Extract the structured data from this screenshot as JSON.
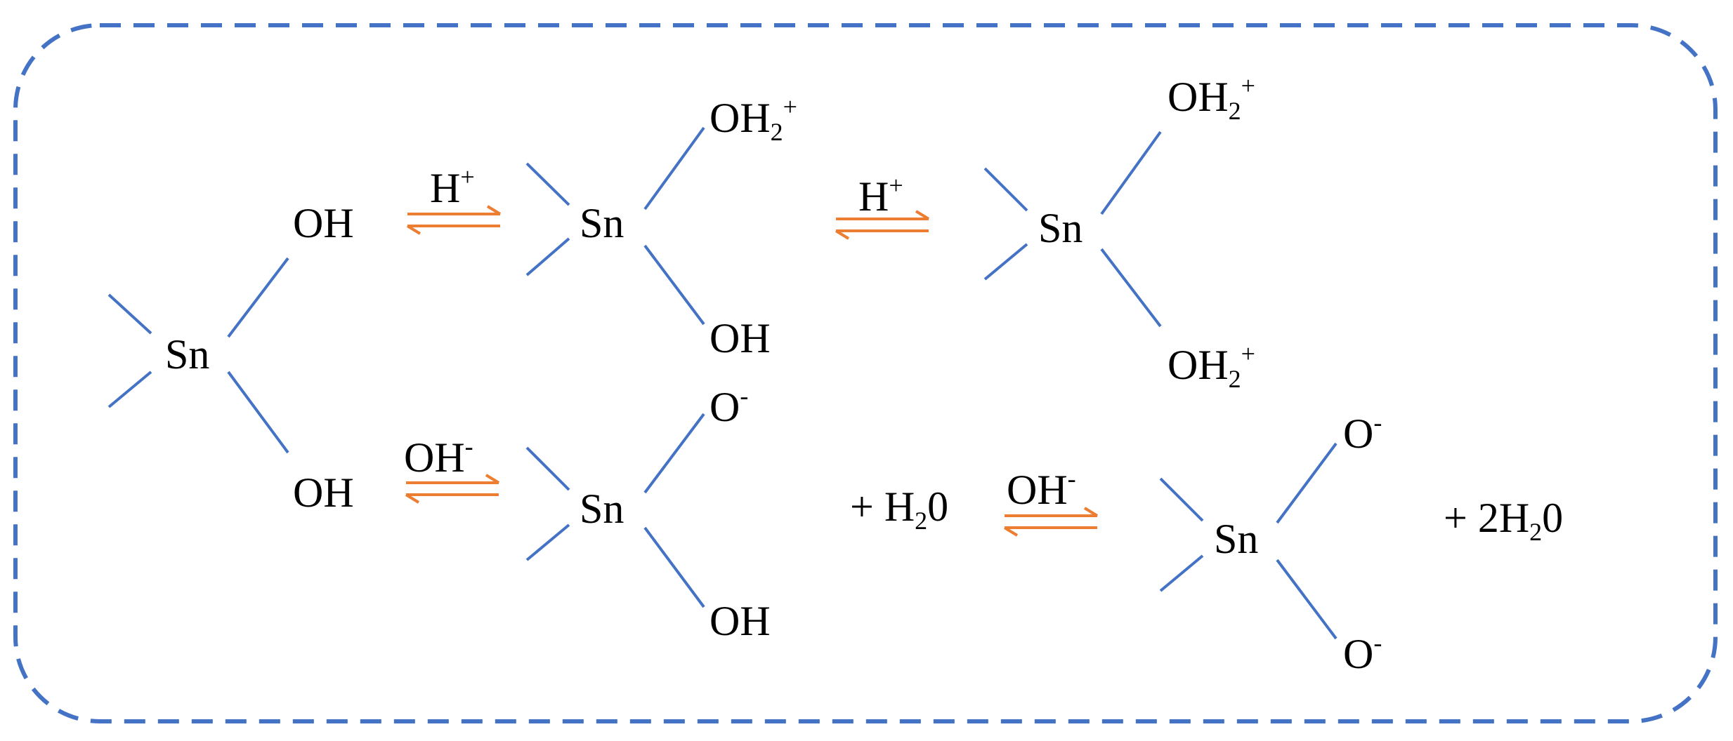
{
  "colors": {
    "border": "#4472C4",
    "bond": "#4472C4",
    "arrow": "#ED7D31",
    "text": "#000000"
  },
  "diagram": {
    "sn": "Sn",
    "oh": "OH",
    "oh2_base": "OH",
    "oh2_sub": "2",
    "oh2_sup": "+",
    "o_base": "O",
    "o_sup": "-",
    "h_plus_base": "H",
    "h_plus_sup": "+",
    "oh_minus_base": "OH",
    "oh_minus_sup": "-",
    "water_prefix": "+ H",
    "water_sub": "2",
    "water_suffix": "0",
    "water2_prefix": "+ 2H",
    "water2_sub": "2",
    "water2_suffix": "0"
  }
}
